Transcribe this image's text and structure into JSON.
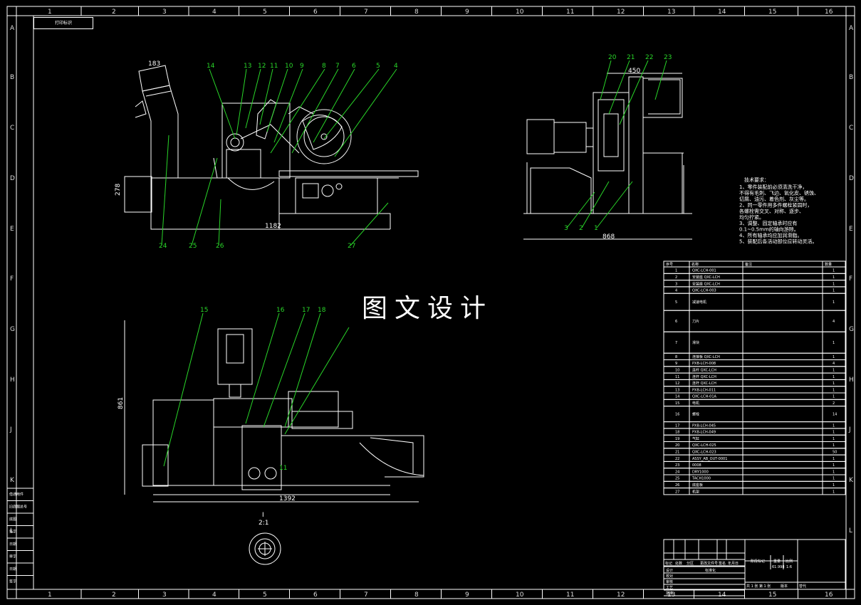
{
  "zones": {
    "columns": [
      "1",
      "2",
      "3",
      "4",
      "5",
      "6",
      "7",
      "8",
      "9",
      "10",
      "11",
      "12",
      "13",
      "14",
      "15",
      "16"
    ],
    "rows": [
      "A",
      "B",
      "C",
      "D",
      "E",
      "F",
      "G",
      "H",
      "J",
      "K",
      "L"
    ]
  },
  "stamp": "打印标识",
  "watermark": "图文设计",
  "front_view": {
    "balloons": [
      "14",
      "13",
      "12",
      "11",
      "10",
      "9",
      "8",
      "7",
      "6",
      "5",
      "4",
      "24",
      "25",
      "26",
      "27"
    ],
    "dims": {
      "top": "183",
      "height": "278",
      "width": "1182"
    }
  },
  "side_view": {
    "balloons": [
      "20",
      "21",
      "22",
      "23",
      "3",
      "2",
      "1"
    ],
    "dims": {
      "top": "450",
      "width": "868"
    }
  },
  "top_view": {
    "balloons": [
      "15",
      "16",
      "17",
      "18",
      "11"
    ],
    "dims": {
      "height": "861",
      "width": "1392"
    }
  },
  "detail": {
    "label": "I",
    "scale": "2:1"
  },
  "notes": {
    "title": "技术要求：",
    "lines": [
      "1、零件装配前必须清洗干净，",
      "不得有毛刺、飞边、氧化皮、锈蚀、",
      "切屑、油污、着色剂、灰尘等。",
      "2、同一零件用多件螺栓紧固时，",
      "各螺栓需交叉、对称、逐步、",
      "均匀拧紧。",
      "3、调整、固定轴承时应有",
      "0.1~0.5mm的轴向游隙。",
      "4、所有轴承均应加润滑脂。",
      "5、装配后各活动部位应转动灵活。"
    ]
  },
  "bom": {
    "headers": [
      "序号",
      "名称",
      "备注",
      "数量"
    ],
    "rows": [
      {
        "no": "1",
        "name": "QXC-LCH-001",
        "note": "",
        "qty": "1"
      },
      {
        "no": "2",
        "name": "安装座 QXC-LCH",
        "note": "",
        "qty": "1"
      },
      {
        "no": "3",
        "name": "安装座 QXC-LCH",
        "note": "",
        "qty": "1"
      },
      {
        "no": "4",
        "name": "QXC-LCH-003",
        "note": "",
        "qty": "1"
      },
      {
        "no": "5",
        "name": "减速电机",
        "note": "",
        "qty": "1"
      },
      {
        "no": "6",
        "name": "刀片",
        "note": "",
        "qty": "4"
      },
      {
        "no": "7",
        "name": "滑块",
        "note": "",
        "qty": "1"
      },
      {
        "no": "8",
        "name": "连接板 QXC-LCH",
        "note": "",
        "qty": "1"
      },
      {
        "no": "9",
        "name": "PXB-LCH-008",
        "note": "",
        "qty": "4"
      },
      {
        "no": "10",
        "name": "连杆 QXC-LCH",
        "note": "",
        "qty": "1"
      },
      {
        "no": "11",
        "name": "连杆 QXC-LCH",
        "note": "",
        "qty": "1"
      },
      {
        "no": "12",
        "name": "连杆 QXC-LCH",
        "note": "",
        "qty": "1"
      },
      {
        "no": "13",
        "name": "PXB-LCH-011",
        "note": "",
        "qty": "1"
      },
      {
        "no": "14",
        "name": "QXC-LCH-01A",
        "note": "",
        "qty": "1"
      },
      {
        "no": "15",
        "name": "电机",
        "note": "",
        "qty": "2"
      },
      {
        "no": "16",
        "name": "螺栓",
        "note": "",
        "qty": "14"
      },
      {
        "no": "17",
        "name": "PXB-LCH-045",
        "note": "",
        "qty": "1"
      },
      {
        "no": "18",
        "name": "PXB-LCH-049",
        "note": "",
        "qty": "1"
      },
      {
        "no": "19",
        "name": "气缸",
        "note": "",
        "qty": "1"
      },
      {
        "no": "20",
        "name": "QXC-LCH-025",
        "note": "",
        "qty": "1"
      },
      {
        "no": "21",
        "name": "QXC-LCH-023",
        "note": "",
        "qty": "50"
      },
      {
        "no": "22",
        "name": "ASSY_AB_OUT-0001",
        "note": "",
        "qty": "1"
      },
      {
        "no": "23",
        "name": "0008",
        "note": "",
        "qty": "1"
      },
      {
        "no": "24",
        "name": "DRY1000",
        "note": "",
        "qty": "1"
      },
      {
        "no": "25",
        "name": "TACH1000",
        "note": "",
        "qty": "1"
      },
      {
        "no": "26",
        "name": "底座板",
        "note": "",
        "qty": "1"
      },
      {
        "no": "27",
        "name": "机架",
        "note": "",
        "qty": "1"
      }
    ]
  },
  "title_block": {
    "left_cells": [
      "标记",
      "处数",
      "分区",
      "更改文件号",
      "签名",
      "年月日"
    ],
    "roles": [
      "设计",
      "校对",
      "审核",
      "工艺",
      "批准"
    ],
    "std": "标准化",
    "stage": "阶段标记",
    "weight_label": "重量",
    "scale_label": "比例",
    "weight": "61.998",
    "scale": "1:6",
    "sheet": "共 1 张  第 1 张",
    "version": "版本",
    "replace": "替代"
  },
  "side_strip": [
    "借通用件",
    "旧底图总号",
    "底图",
    "签字",
    "日期",
    "审字",
    "日期",
    "签字"
  ]
}
